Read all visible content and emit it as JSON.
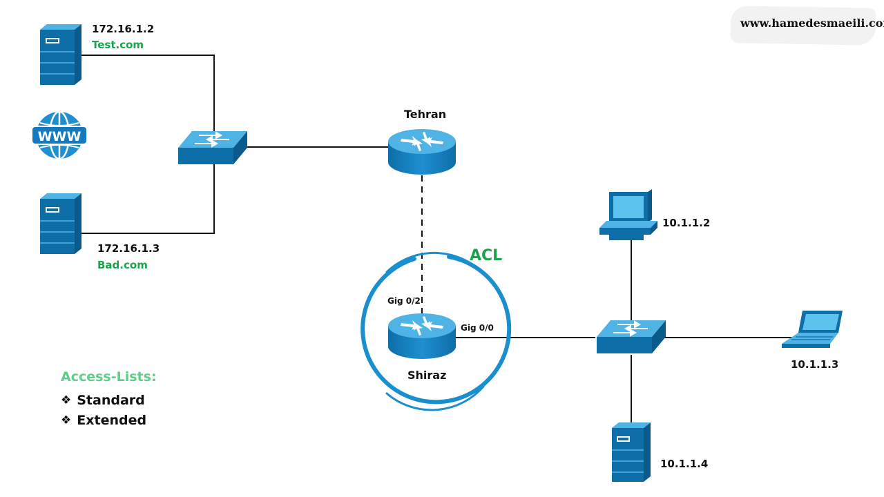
{
  "colors": {
    "device_dark": "#0e6ea8",
    "device_light": "#1f8fd0",
    "device_top": "#4fb3e6",
    "acl_green": "#1aa34a",
    "legend_green": "#5ccf85",
    "link": "#111111"
  },
  "watermark": "www.hamedesmaeili.com",
  "servers": {
    "test": {
      "ip": "172.16.1.2",
      "domain": "Test.com",
      "icon": "server-icon"
    },
    "bad": {
      "ip": "172.16.1.3",
      "domain": "Bad.com",
      "icon": "server-icon"
    },
    "lan_server": {
      "ip": "10.1.1.4",
      "icon": "server-icon"
    }
  },
  "www_icon_text": "WWW",
  "routers": {
    "tehran": {
      "name": "Tehran",
      "icon": "router-icon"
    },
    "shiraz": {
      "name": "Shiraz",
      "icon": "router-icon",
      "port_up": "Gig 0/2",
      "port_lan": "Gig 0/0"
    }
  },
  "acl_label": "ACL",
  "hosts": {
    "pc": {
      "ip": "10.1.1.2",
      "icon": "desktop-icon"
    },
    "laptop": {
      "ip": "10.1.1.3",
      "icon": "laptop-icon"
    }
  },
  "legend": {
    "title": "Access-Lists:",
    "bullet": "❖",
    "items": [
      "Standard",
      "Extended"
    ]
  }
}
